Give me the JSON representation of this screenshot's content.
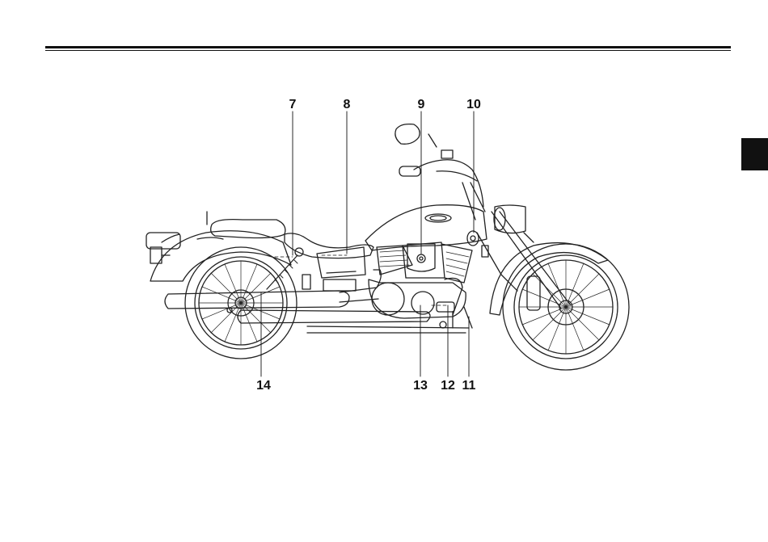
{
  "page": {
    "accent_color": "#111111"
  },
  "callouts": {
    "c7": "7",
    "c8": "8",
    "c9": "9",
    "c10": "10",
    "c11": "11",
    "c12": "12",
    "c13": "13",
    "c14": "14"
  }
}
